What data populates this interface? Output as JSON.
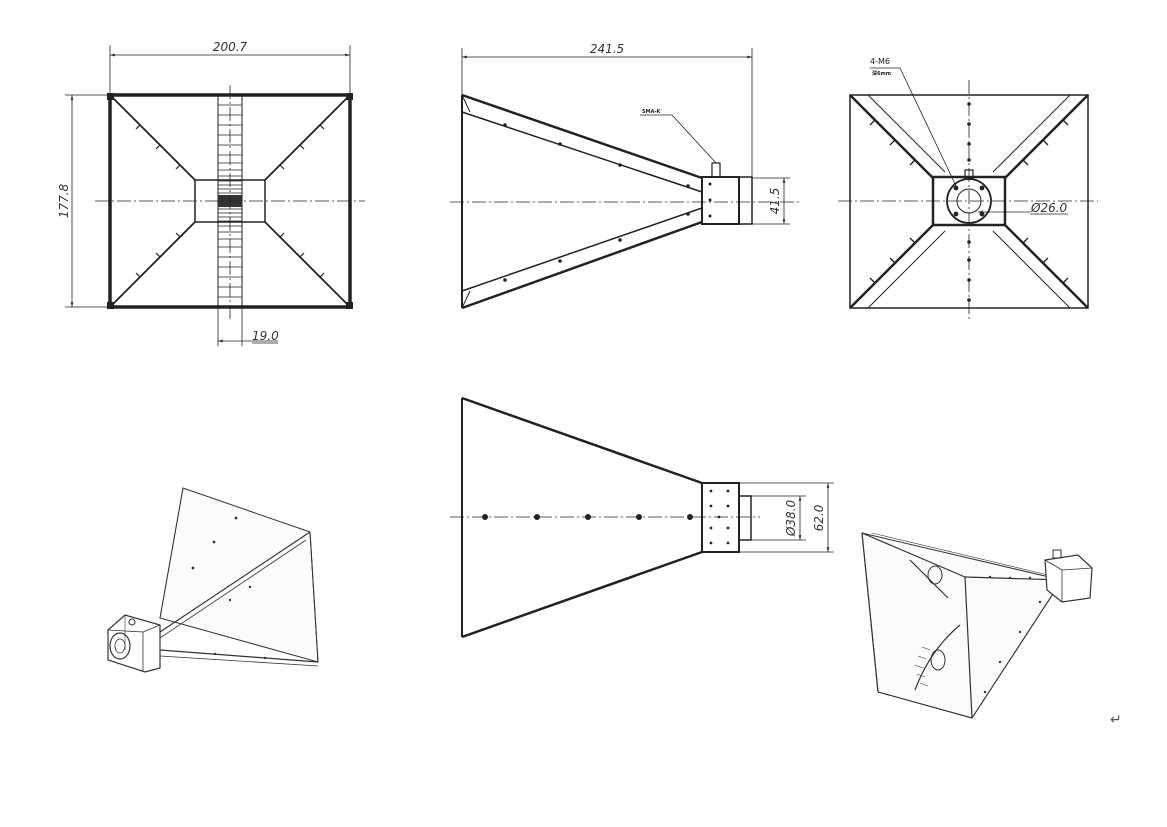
{
  "dimensions": {
    "front_width": "200.7",
    "front_height": "177.8",
    "waveguide_width": "19.0",
    "side_length": "241.5",
    "side_flange": "41.5",
    "connector_label": "SMA-K",
    "rear_holes": "4-M6",
    "rear_holes_note": "深6mm",
    "rear_diameter": "Ø26.0",
    "top_inner_diameter": "Ø38.0",
    "top_flange": "62.0"
  },
  "paragraph_mark": "↵"
}
